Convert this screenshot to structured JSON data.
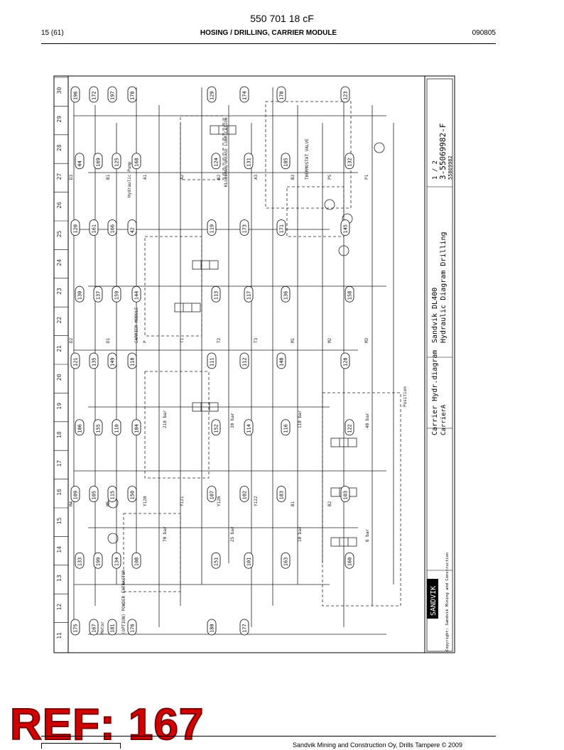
{
  "header": {
    "doc_number": "550 701 18 cF",
    "page": "15 (61)",
    "section_title": "HOSING / DRILLING, CARRIER MODULE",
    "date_code": "090805"
  },
  "diagram": {
    "column_numbers": [
      "11",
      "12",
      "13",
      "14",
      "15",
      "16",
      "17",
      "18",
      "19",
      "20",
      "21",
      "22",
      "23",
      "24",
      "25",
      "26",
      "27",
      "28",
      "29",
      "30"
    ],
    "callouts": [
      "196",
      "172",
      "197",
      "178",
      "129",
      "174",
      "170",
      "123",
      "44",
      "169",
      "125",
      "168",
      "124",
      "131",
      "185",
      "132",
      "120",
      "161",
      "166",
      "42",
      "119",
      "173",
      "171",
      "145",
      "130",
      "137",
      "159",
      "144",
      "113",
      "117",
      "136",
      "158",
      "121",
      "135",
      "149",
      "118",
      "111",
      "112",
      "148",
      "128",
      "106",
      "155",
      "110",
      "104",
      "152",
      "114",
      "116",
      "122",
      "109",
      "105",
      "115",
      "150",
      "107",
      "102",
      "183",
      "103",
      "133",
      "199",
      "134",
      "108",
      "151",
      "101",
      "163",
      "160",
      "175",
      "167",
      "181",
      "176",
      "180",
      "177"
    ],
    "port_labels": [
      "D3",
      "B1",
      "A1",
      "A2",
      "B2",
      "A3",
      "B3",
      "PS",
      "P1",
      "D2",
      "D1",
      "P",
      "T1",
      "T2",
      "T3",
      "M1",
      "M2",
      "M3",
      "M4",
      "M5",
      "Y120",
      "Y121",
      "Y126",
      "Y122",
      "B1",
      "B2"
    ],
    "pressures": [
      "210 bar",
      "30 bar",
      "110 bar",
      "40 bar",
      "70 bar",
      "25 bar",
      "10 bar",
      "6 bar"
    ],
    "annotations": [
      "(OPTION) POWDER EXTRACTOR",
      "CARRIER MODULE",
      "THERMOSTAT VALVE",
      "KLUBBMAN/GREASE LUBRICATION",
      "Motor",
      "Hydraulic Pump",
      "Position"
    ],
    "titleblock": {
      "company": "Sandvik DL400",
      "drawing_title": "Hydraulic Diagram Drilling",
      "sheet": "1 / 2",
      "drawing_number": "3-55069982-F",
      "doc_ref": "55069982",
      "carrier_title": "Carrier Hydr.diagram",
      "carrier": "CarrierA",
      "brand": "SANDVIK",
      "copyright": "Copyright: Sandvik Mining and Construction"
    }
  },
  "overlay": {
    "ref_label": "REF: 167"
  },
  "footer": {
    "text": "Sandvik Mining and Construction Oy, Drills Tampere © 2009"
  }
}
